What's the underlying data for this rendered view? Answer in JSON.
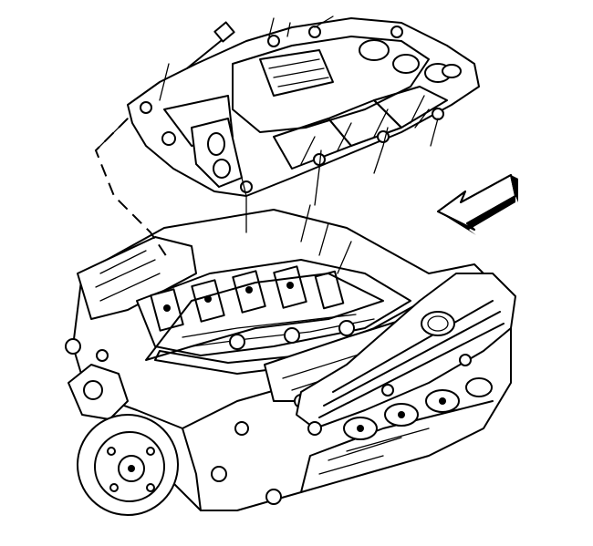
{
  "diagram": {
    "components": [
      {
        "id": "intake-manifold",
        "icon": "intake-manifold-icon"
      },
      {
        "id": "intake-manifold-gasket-left",
        "icon": "gasket-icon"
      },
      {
        "id": "intake-manifold-gasket-right",
        "icon": "gasket-icon"
      },
      {
        "id": "engine-block",
        "icon": "engine-block-icon"
      },
      {
        "id": "valve-cover",
        "icon": "valve-cover-icon"
      },
      {
        "id": "flywheel",
        "icon": "flywheel-icon"
      }
    ],
    "direction_arrow": {
      "icon": "front-direction-arrow-icon",
      "points": "left-down"
    },
    "colors": {
      "ink": "#000000",
      "paper": "#ffffff"
    }
  }
}
